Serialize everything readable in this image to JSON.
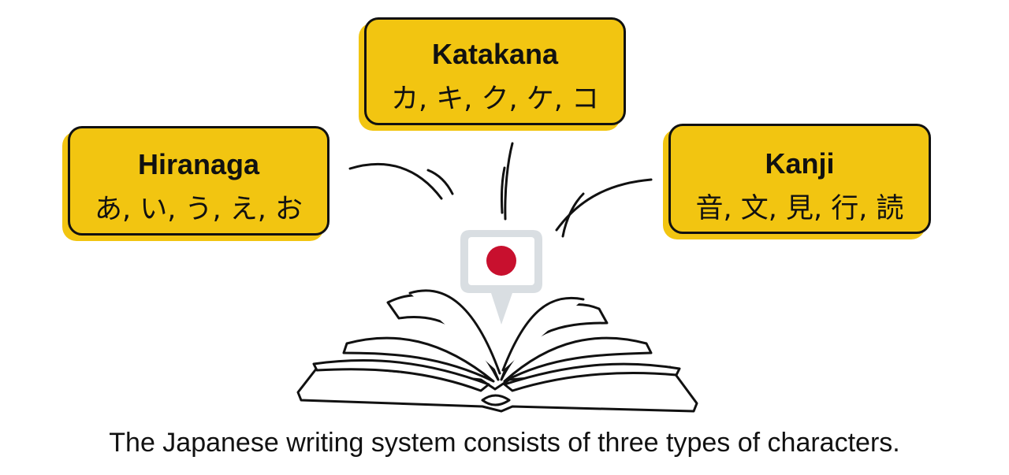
{
  "cards": {
    "katakana": {
      "title": "Katakana",
      "chars": "カ, キ, ク, ケ, コ"
    },
    "hiragana": {
      "title": "Hiranaga",
      "chars": "あ, い, う, え, お"
    },
    "kanji": {
      "title": "Kanji",
      "chars": "音, 文, 見, 行, 読"
    }
  },
  "flag": {
    "icon": "japan-flag-icon",
    "circle_color": "#C8102E",
    "bubble_color": "#D9DEE2"
  },
  "book": {
    "icon": "open-book-icon"
  },
  "colors": {
    "card_fill": "#F2C511",
    "outline": "#111111"
  },
  "caption": "The Japanese writing system consists of three types of characters."
}
